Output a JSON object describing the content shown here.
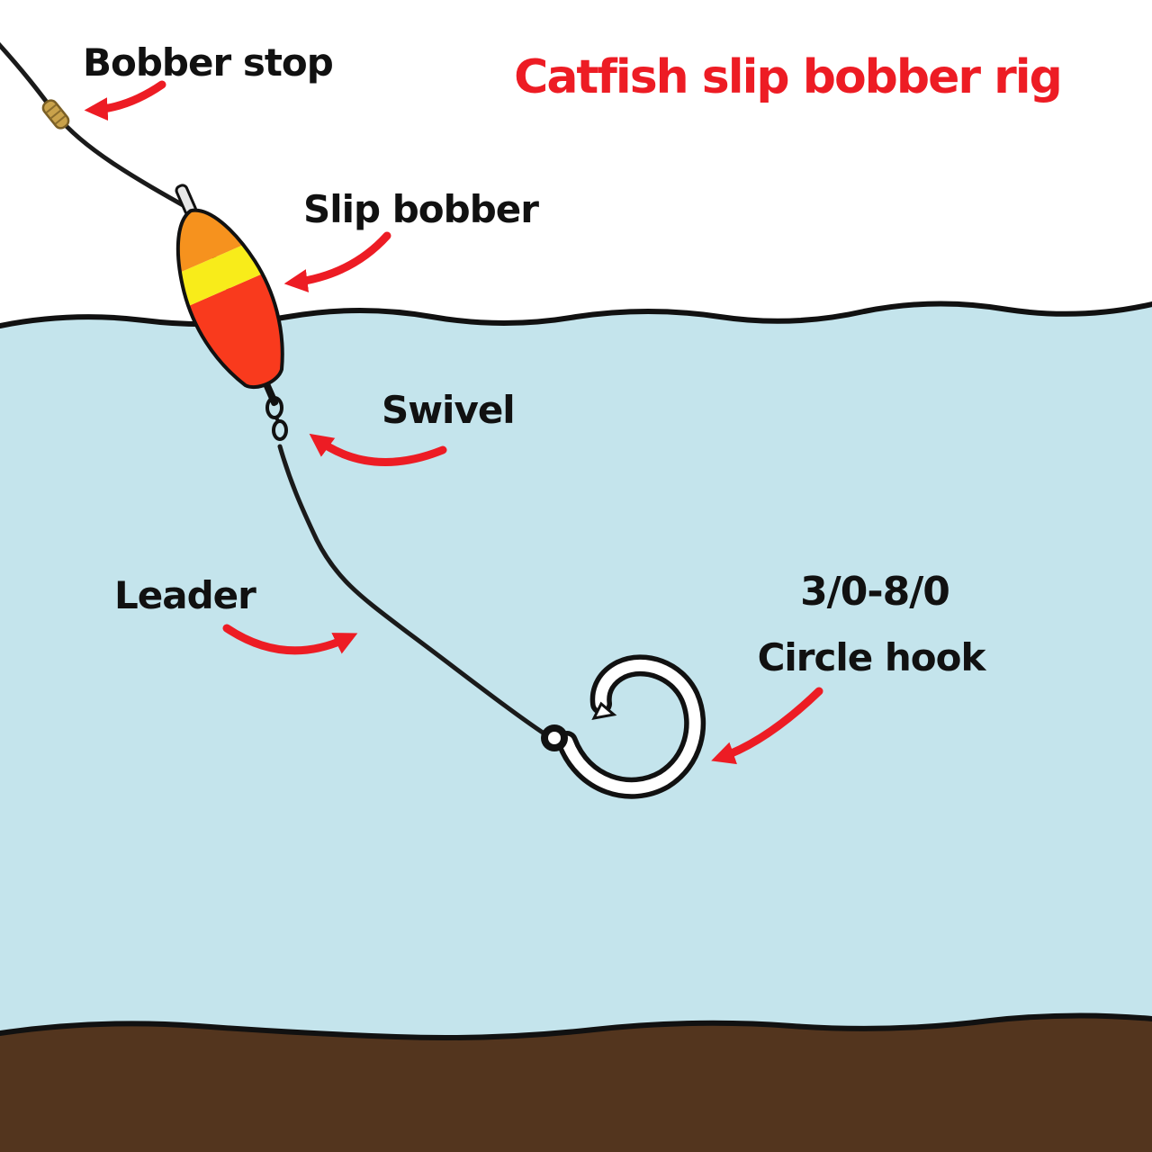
{
  "title": "Catfish slip bobber rig",
  "labels": {
    "bobber_stop": "Bobber stop",
    "slip_bobber": "Slip bobber",
    "swivel": "Swivel",
    "leader": "Leader",
    "hook_size": "3/0-8/0",
    "hook_type": "Circle hook"
  },
  "colors": {
    "title": "#ed1c24",
    "arrow": "#ed1c24",
    "water": "#c4e4ec",
    "riverbed": "#53351e",
    "line": "#1a1a1a",
    "bobber_cap": "#f6921e",
    "bobber_band": "#f8ec1a",
    "bobber_body": "#f93a1d",
    "bead": "#c9a24b",
    "hook_fill": "#ffffff"
  }
}
